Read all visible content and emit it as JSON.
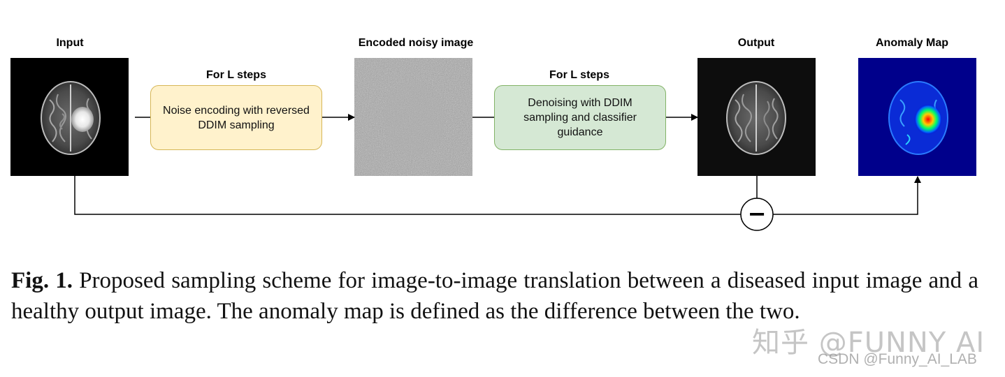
{
  "labels": {
    "input": "Input",
    "encoded": "Encoded noisy image",
    "output": "Output",
    "anomaly": "Anomaly Map"
  },
  "steps": {
    "encode_header": "For L steps",
    "encode_box": "Noise encoding with reversed DDIM sampling",
    "denoise_header": "For L steps",
    "denoise_box": "Denoising with DDIM sampling and classifier guidance"
  },
  "operator": "−",
  "caption": {
    "fig_label": "Fig. 1.",
    "text": " Proposed sampling scheme for image-to-image translation between a diseased input image and a healthy output image. The anomaly map is defined as the difference between the two."
  },
  "watermarks": {
    "zhihu": "知乎 @FUNNY AI",
    "csdn": "CSDN @Funny_AI_LAB"
  },
  "colors": {
    "yellow_fill": "#fff2cc",
    "yellow_border": "#d6b656",
    "green_fill": "#d5e8d4",
    "green_border": "#82b366",
    "anomaly_bg": "#00008b",
    "noise_gray": "#9a9a9a"
  }
}
